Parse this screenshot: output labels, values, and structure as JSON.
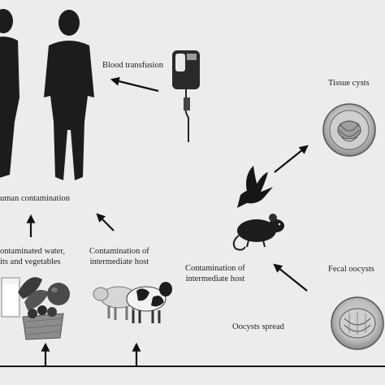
{
  "labels": {
    "blood_transfusion": "Blood transfusion",
    "tissue_cysts": "Tissue cysts",
    "human_contamination": "uman contamination",
    "contaminated_food_line1": "ontaminated water,",
    "contaminated_food_line2": "its and vegetables",
    "intermediate_host_a_line1": "Contamination of",
    "intermediate_host_a_line2": "intermediate host",
    "intermediate_host_b_line1": "Contamination of",
    "intermediate_host_b_line2": "intermediate host",
    "fecal_oocysts": "Fecal oocysts",
    "oocysts_spread": "Oocysts spread"
  },
  "icons": {
    "humans": "human-silhouette-icon",
    "blood_bag": "blood-bag-icon",
    "bird": "bird-icon",
    "mouse": "mouse-icon",
    "tissue_cyst": "tissue-cyst-icon",
    "fecal_oocyst": "oocyst-icon",
    "produce": "produce-icon",
    "livestock": "livestock-icon"
  }
}
